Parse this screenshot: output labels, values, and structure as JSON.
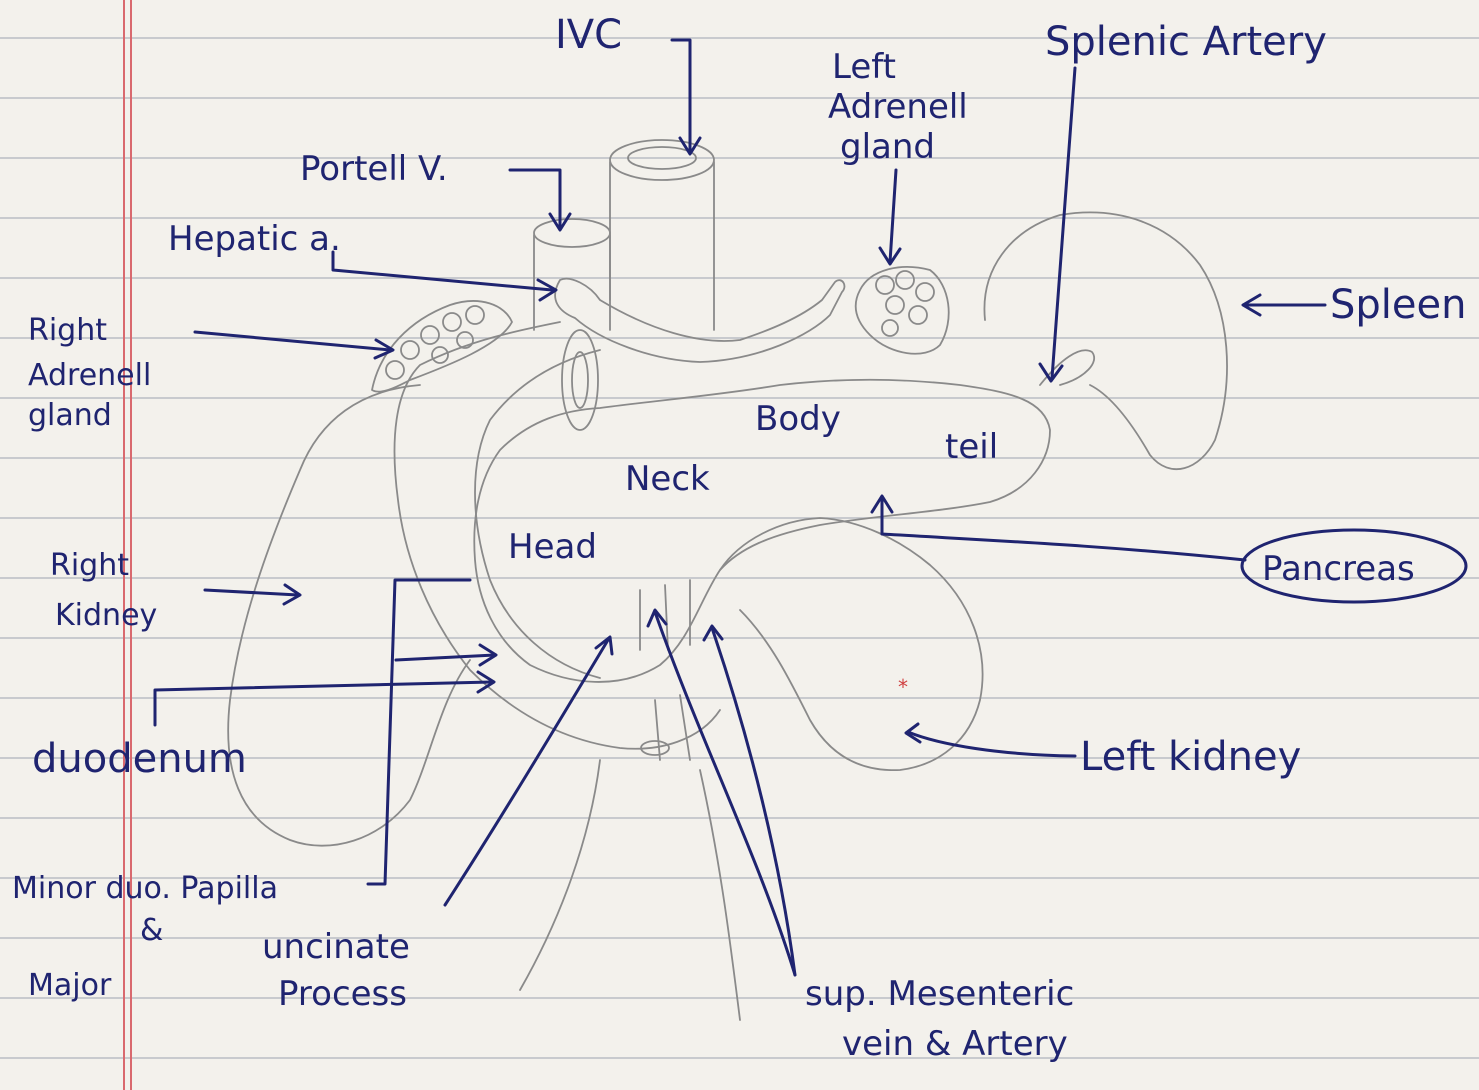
{
  "labels": {
    "ivc": "IVC",
    "left_adrenal": [
      "Left",
      "Adrenell",
      "gland"
    ],
    "splenic_artery": "Splenic Artery",
    "portal_vein": "Portell V.",
    "hepatic_a": "Hepatic a.",
    "right_adrenal": [
      "Right",
      "Adrenell",
      "gland"
    ],
    "spleen": "Spleen",
    "body": "Body",
    "tail": "teil",
    "neck": "Neck",
    "head": "Head",
    "pancreas": "Pancreas",
    "right_kidney": [
      "Right",
      "Kidney"
    ],
    "duodenum": "duodenum",
    "left_kidney": "Left kidney",
    "papilla": [
      "Minor duo. Papilla",
      "&",
      "Major"
    ],
    "uncinate": [
      "uncinate",
      "Process"
    ],
    "sup_mesenteric": [
      "sup. Mesenteric",
      "vein & Artery"
    ]
  },
  "colors": {
    "ink": "#1f2470",
    "pencil": "#8a8a8a",
    "paper": "#f3f1ec",
    "rule": "#b9bec4",
    "margin": "#d9696e"
  }
}
